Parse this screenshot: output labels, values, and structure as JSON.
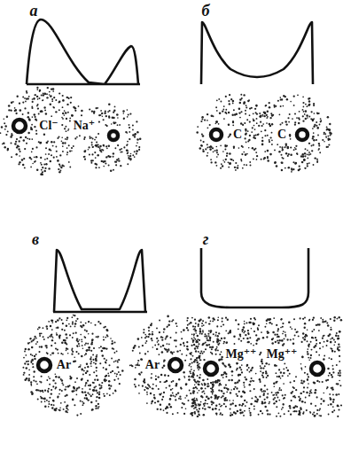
{
  "diagram": {
    "labels": [
      "а",
      "Cl⁻",
      "Na⁺",
      "б",
      "C",
      "C",
      "в",
      "Ar",
      "Ar",
      "г",
      "Mg⁺⁺",
      "Mg⁺⁺"
    ]
  }
}
